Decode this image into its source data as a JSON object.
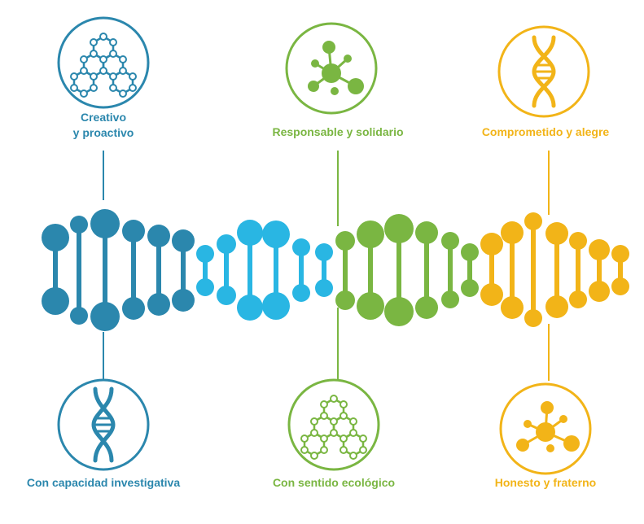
{
  "colors": {
    "teal": "#2b87ad",
    "cyan": "#29b6e3",
    "green": "#7ab642",
    "yellow": "#f2b418"
  },
  "labels": {
    "creativo_line1": "Creativo",
    "creativo_line2": "y proactivo",
    "responsable": "Responsable y solidario",
    "comprometido": "Comprometido y alegre",
    "capacidad": "Con capacidad investigativa",
    "ecologico": "Con sentido ecológico",
    "honesto": "Honesto y fraterno"
  },
  "icons": {
    "top_left": "hexagon-molecule-icon",
    "top_middle": "atom-molecule-icon",
    "top_right": "dna-helix-icon",
    "bottom_left": "dna-helix-icon",
    "bottom_middle": "hexagon-molecule-icon",
    "bottom_right": "atom-molecule-icon"
  }
}
